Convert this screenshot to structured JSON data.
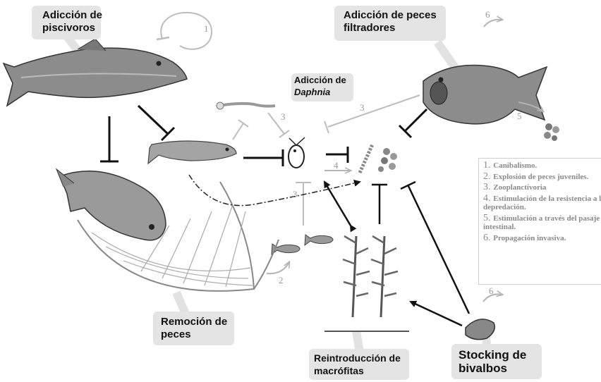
{
  "labels": {
    "piscivores": [
      "Adicción de",
      "piscivoros"
    ],
    "filter_feeders": [
      "Adicción de peces",
      "filtradores"
    ],
    "daphnia": [
      "Adicción de",
      "Daphnia"
    ],
    "fish_removal": [
      "Remoción de",
      "peces"
    ],
    "macrophytes": [
      "Reintroducción de",
      "macrófitas"
    ],
    "bivalves": [
      "Stocking de",
      "bivalbos"
    ]
  },
  "numbers": {
    "n1": "1",
    "n2": "2",
    "n3a": "3",
    "n3b": "3",
    "n3c": "3",
    "n4": "4",
    "n5": "5",
    "n6a": "6",
    "n6b": "6"
  },
  "legend": [
    {
      "num": "1.",
      "text": "Canibalismo."
    },
    {
      "num": "2.",
      "text": "Explosión de peces juveniles."
    },
    {
      "num": "3.",
      "text": "Zooplanctívoria"
    },
    {
      "num": "4.",
      "text": "Estimulación de la resistencia a la depredación."
    },
    {
      "num": "5.",
      "text": "Estimulación a través del pasaje intestinal."
    },
    {
      "num": "6.",
      "text": "Propagación invasiva."
    }
  ],
  "colors": {
    "arrow_dark": "#111111",
    "arrow_gray": "#b4b4b4",
    "label_box": "#e4e4e4"
  }
}
